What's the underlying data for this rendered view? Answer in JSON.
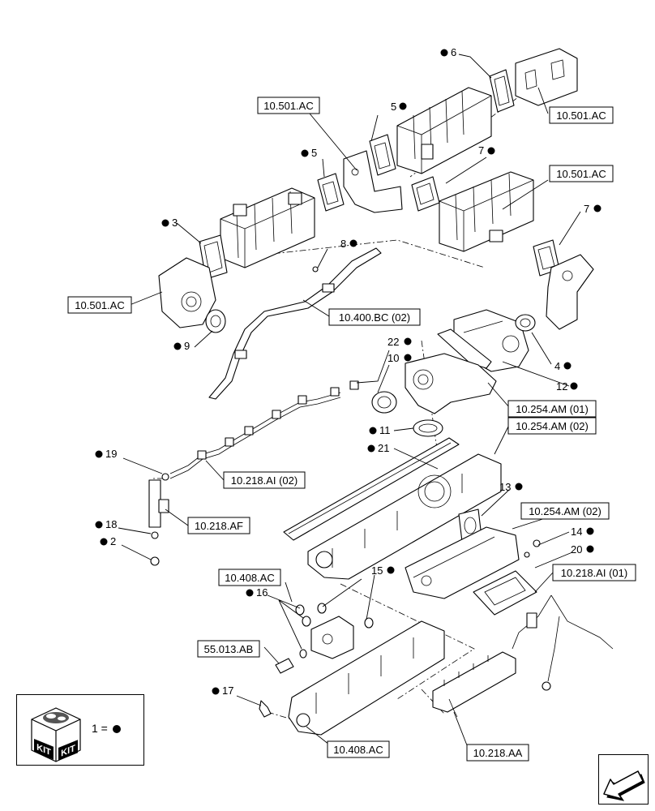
{
  "references": [
    {
      "id": "ref-501ac-top",
      "label": "10.501.AC"
    },
    {
      "id": "ref-501ac-left",
      "label": "10.501.AC"
    },
    {
      "id": "ref-501ac-right",
      "label": "10.501.AC"
    },
    {
      "id": "ref-501ac-bottomleft",
      "label": "10.501.AC"
    },
    {
      "id": "ref-400bc",
      "label": "10.400.BC (02)"
    },
    {
      "id": "ref-254am-01",
      "label": "10.254.AM (01)"
    },
    {
      "id": "ref-254am-02a",
      "label": "10.254.AM (02)"
    },
    {
      "id": "ref-254am-02b",
      "label": "10.254.AM (02)"
    },
    {
      "id": "ref-218ai-02",
      "label": "10.218.AI (02)"
    },
    {
      "id": "ref-218af",
      "label": "10.218.AF"
    },
    {
      "id": "ref-218ai-01",
      "label": "10.218.AI (01)"
    },
    {
      "id": "ref-408ac-top",
      "label": "10.408.AC"
    },
    {
      "id": "ref-013ab",
      "label": "55.013.AB"
    },
    {
      "id": "ref-408ac-bottom",
      "label": "10.408.AC"
    },
    {
      "id": "ref-218aa",
      "label": "10.218.AA"
    }
  ],
  "callouts": [
    "6",
    "5",
    "5",
    "7",
    "7",
    "3",
    "8",
    "9",
    "4",
    "22",
    "10",
    "12",
    "11",
    "21",
    "19",
    "13",
    "18",
    "2",
    "14",
    "20",
    "15",
    "16",
    "17"
  ],
  "legend": {
    "kit_text_1": "KIT",
    "kit_text_2": "KIT",
    "equals": "1 ="
  }
}
